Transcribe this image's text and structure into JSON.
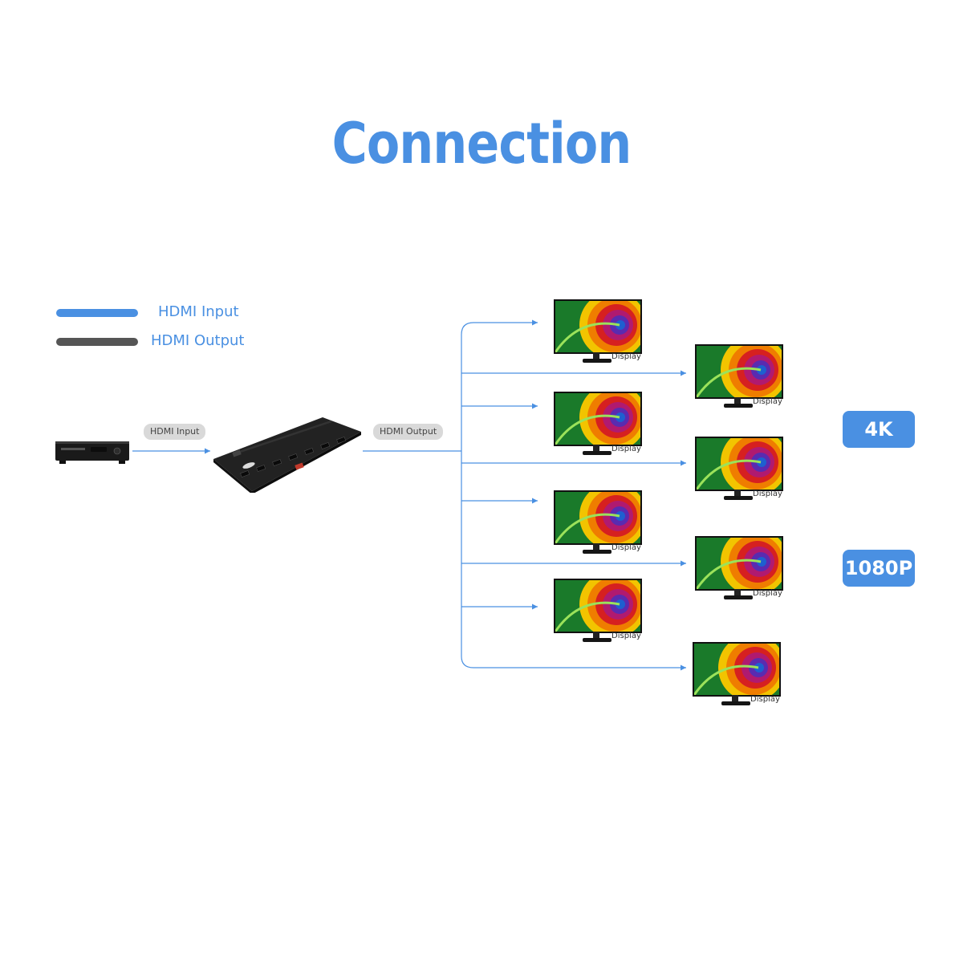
{
  "title": "Connection",
  "legend": {
    "input_label": "HDMI Input",
    "output_label": "HDMI Output",
    "input_color": "#4a90e2",
    "output_color": "#555555"
  },
  "tags": {
    "input": "HDMI Input",
    "output": "HDMI Output"
  },
  "display_label": "Display",
  "badges": {
    "top": "4K",
    "bottom": "1080P"
  },
  "colors": {
    "accent": "#4a90e2",
    "wire": "#4a90e2",
    "pill_bg": "#d9d9d9"
  },
  "icons": [
    "blu-ray-player-icon",
    "hdmi-splitter-icon",
    "monitor-icon"
  ]
}
